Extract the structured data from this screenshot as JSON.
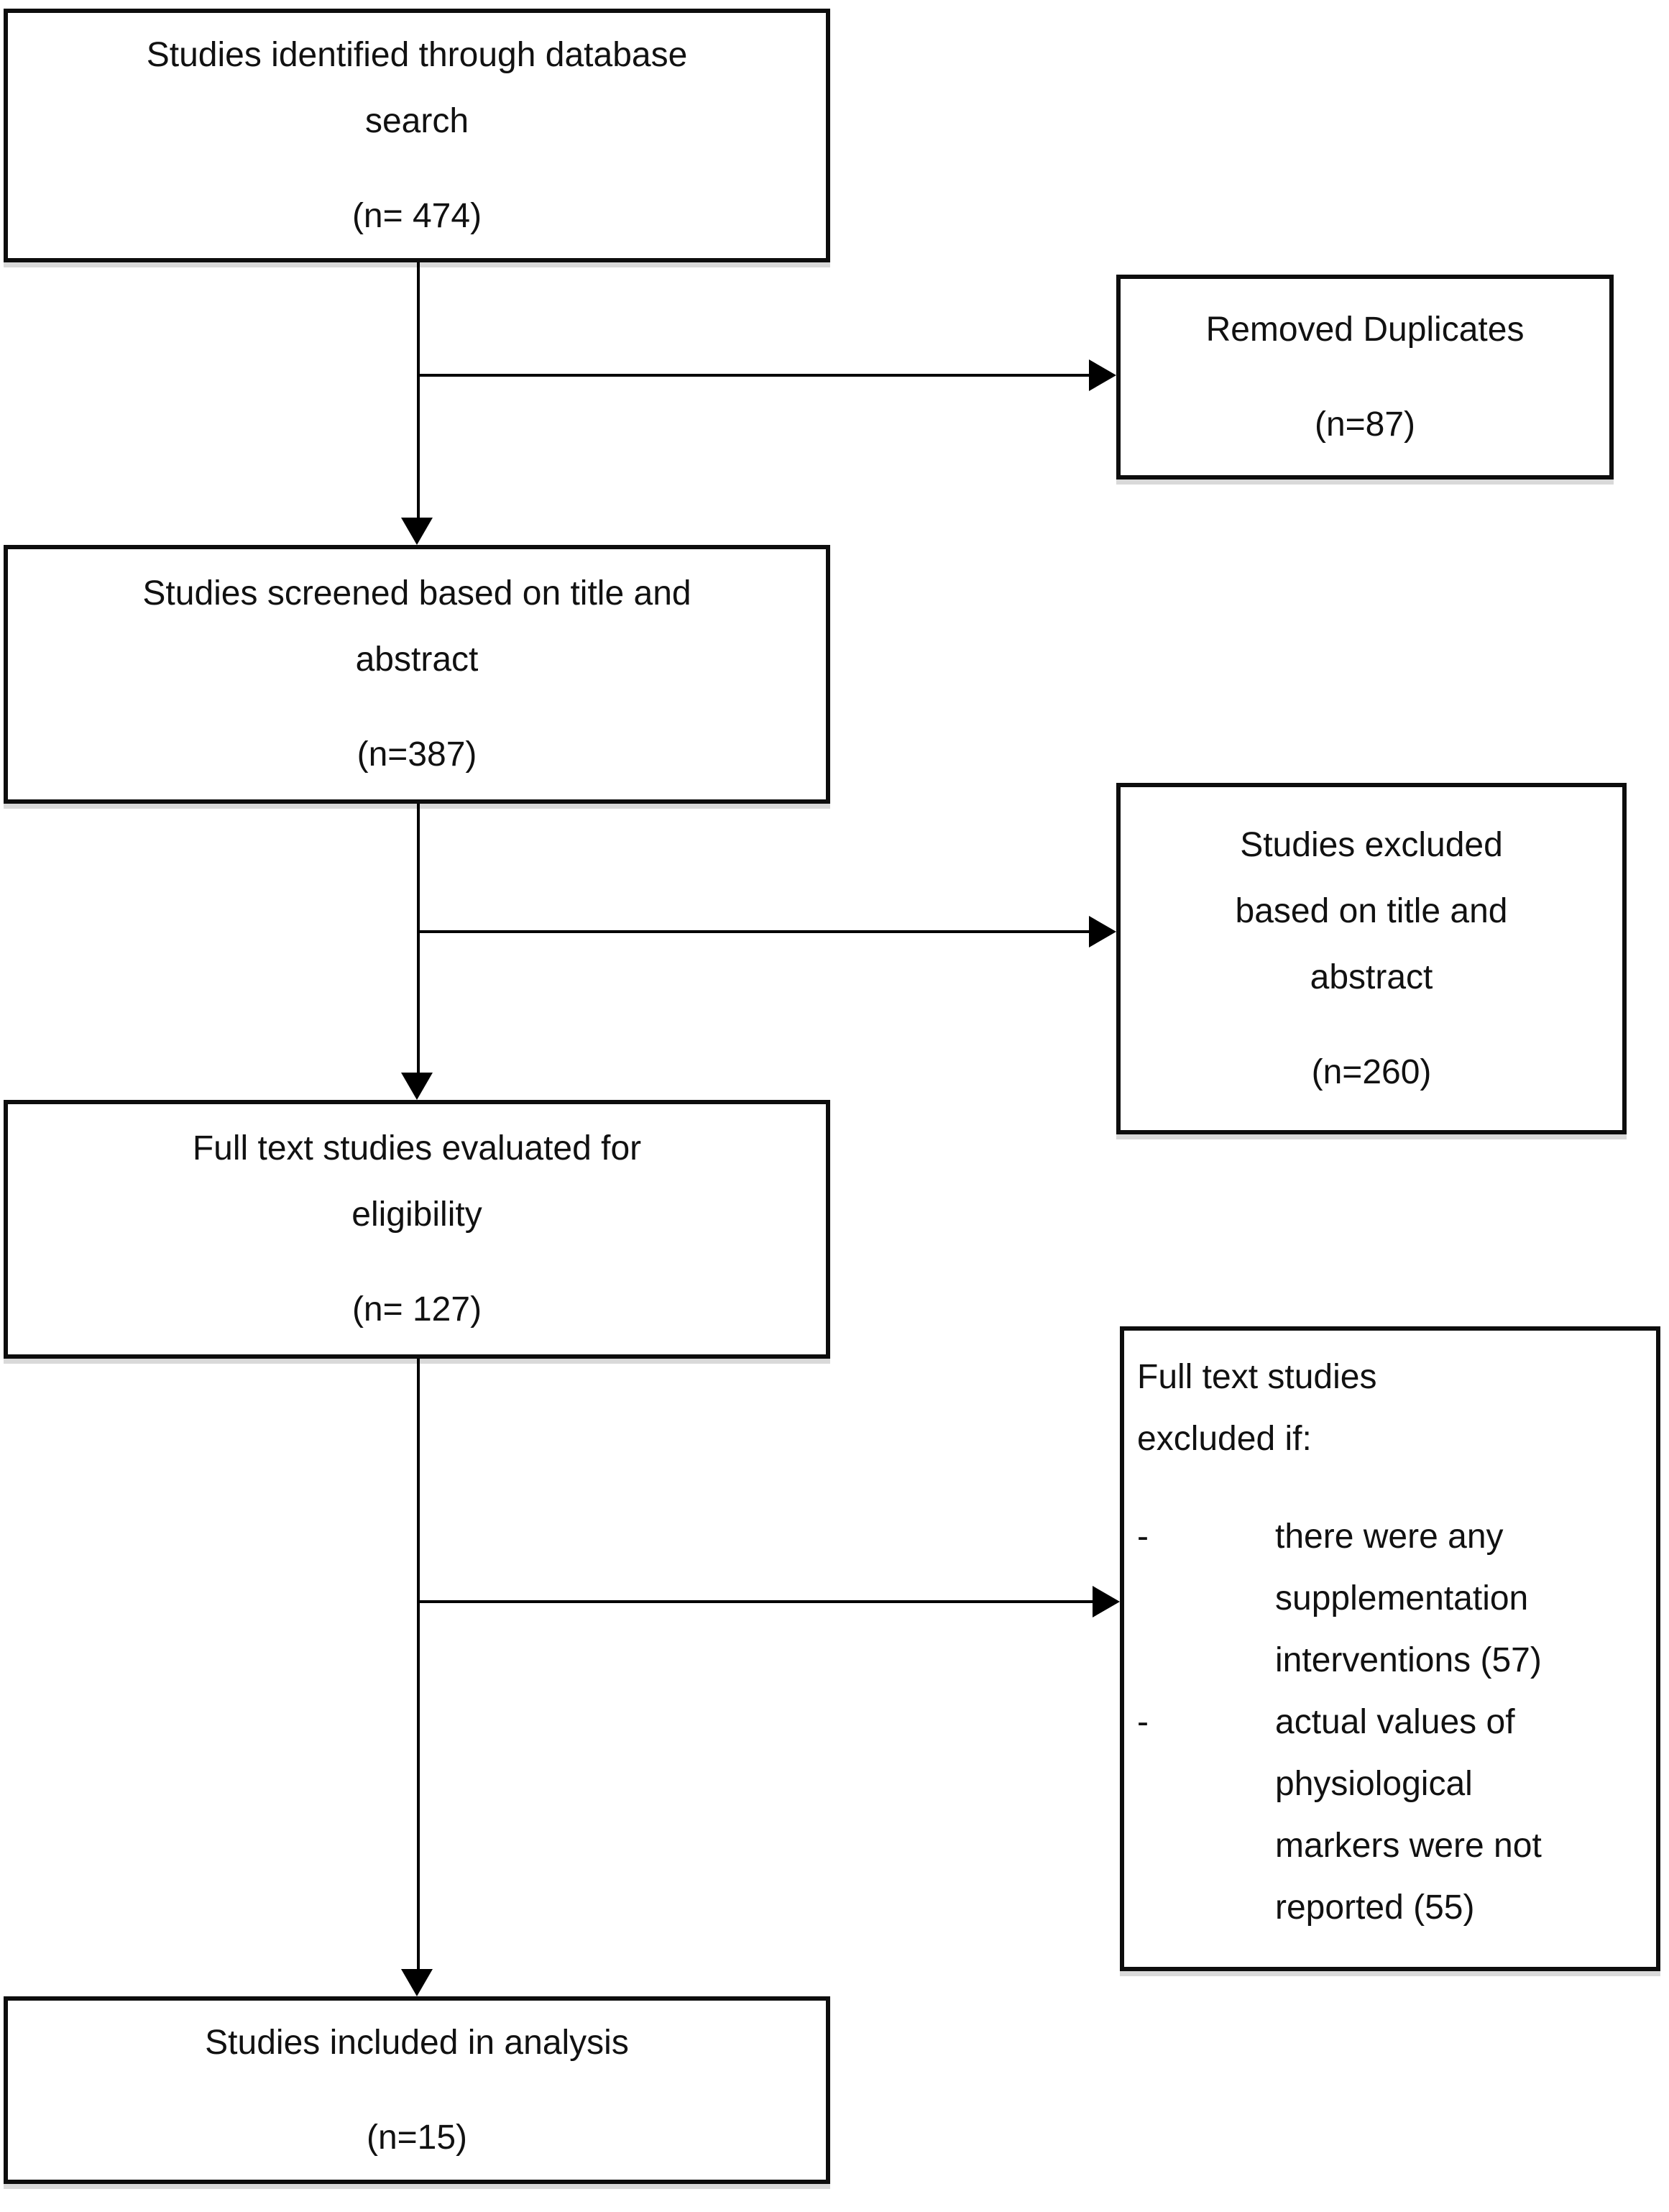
{
  "diagram": {
    "title_implicit": "Study selection flow diagram",
    "colors": {
      "background": "#ffffff",
      "box_border": "#0d0d0d",
      "text": "#111111",
      "shadow": "#d9d9d9"
    },
    "boxes": {
      "identified": {
        "label": "Studies identified through database\nsearch",
        "count": "(n= 474)"
      },
      "removed_duplicates": {
        "label": "Removed Duplicates",
        "count": "(n=87)"
      },
      "screened": {
        "label": "Studies screened based on title and\nabstract",
        "count": "(n=387)"
      },
      "excluded_title_abstract": {
        "label": "Studies excluded\nbased on title and\nabstract",
        "count": "(n=260)"
      },
      "full_text_evaluated": {
        "label": "Full text studies evaluated for\neligibility",
        "count": "(n= 127)"
      },
      "full_text_excluded": {
        "label": "Full text studies\nexcluded if:",
        "bullets": [
          {
            "marker": "-",
            "text": "there were any\nsupplementation\ninterventions (57)"
          },
          {
            "marker": "-",
            "text": "actual values of\nphysiological\nmarkers were not\nreported (55)"
          }
        ]
      },
      "included": {
        "label": "Studies included in analysis",
        "count": "(n=15)"
      }
    }
  }
}
